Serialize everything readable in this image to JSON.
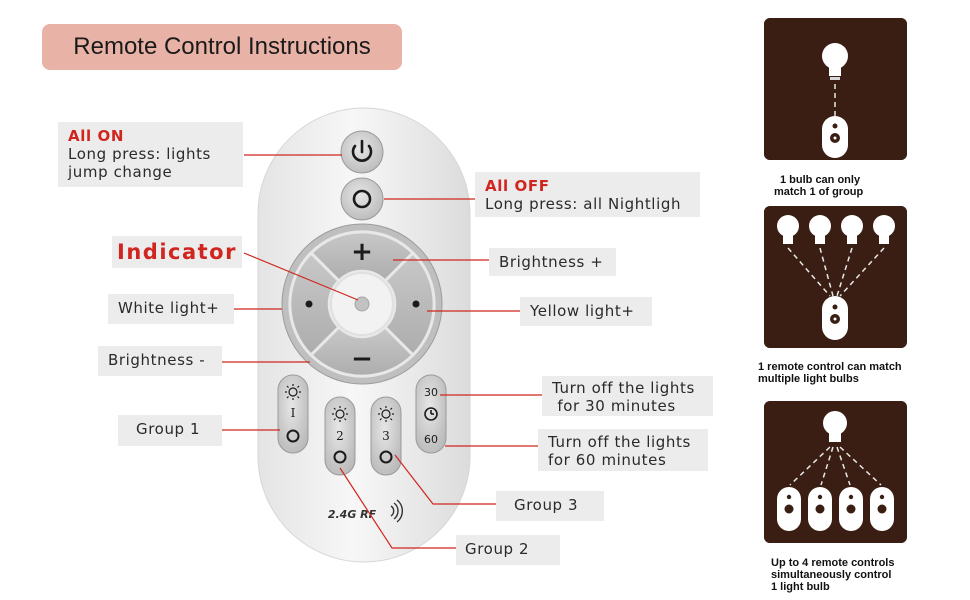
{
  "title": "Remote Control Instructions",
  "labels": {
    "all_on_head": "All ON",
    "all_on_body1": "Long press: lights",
    "all_on_body2": "jump change",
    "all_off_head": "All OFF",
    "all_off_body": "Long press: all Nightligh",
    "indicator": "Indicator",
    "brightness_plus": "Brightness +",
    "white_light": "White light+",
    "yellow_light": "Yellow light+",
    "brightness_minus": "Brightness -",
    "turn_off_30_l1": "Turn off the lights",
    "turn_off_30_l2": " for 30 minutes",
    "turn_off_60_l1": "Turn off the lights",
    "turn_off_60_l2": "for 60 minutes",
    "group1": "Group 1",
    "group2": "Group 2",
    "group3": "Group 3"
  },
  "remote": {
    "plus": "+",
    "minus": "−",
    "g1_num": "I",
    "g2_num": "2",
    "g3_num": "3",
    "timer30": "30",
    "timer60": "60",
    "rf": "2.4G RF"
  },
  "panels": {
    "caption1_l1": "1 bulb can only",
    "caption1_l2": "match 1 of group",
    "caption2_l1": "1 remote control can match",
    "caption2_l2": "multiple light bulbs",
    "caption3_l1": "Up to 4 remote controls",
    "caption3_l2": "simultaneously control",
    "caption3_l3": "1 light bulb"
  },
  "colors": {
    "accent_red": "#d0261f",
    "title_bg": "#e9b2a6",
    "label_bg": "#ececec",
    "panel_bg": "#3a1e13"
  }
}
